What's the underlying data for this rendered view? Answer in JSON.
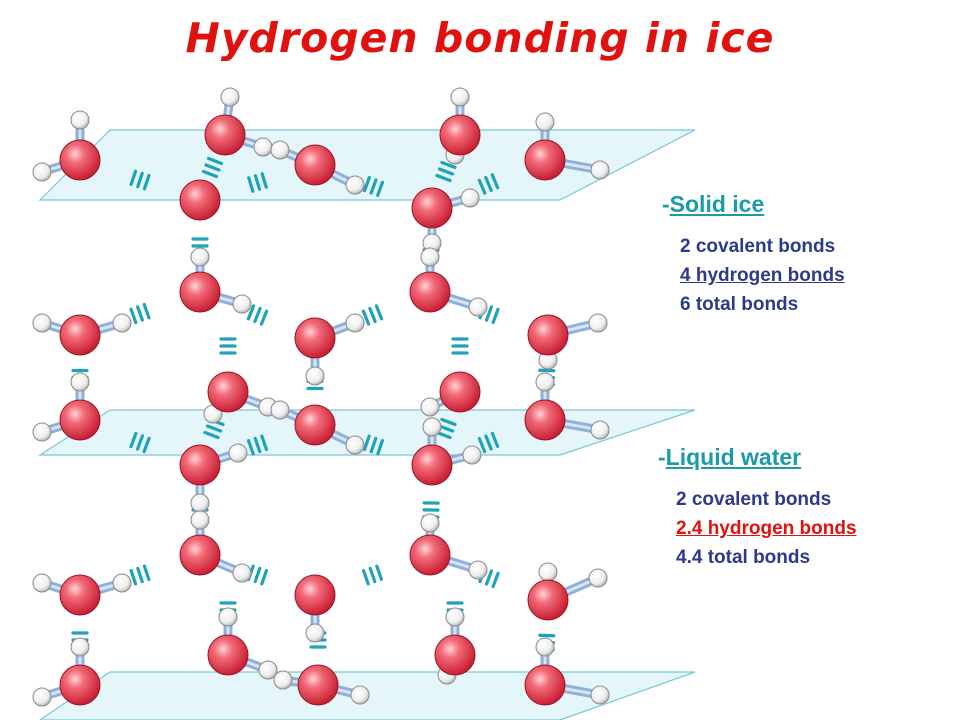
{
  "title": "Hydrogen bonding in ice",
  "colors": {
    "title": "#e0120f",
    "heading": "#1c9aa8",
    "body_text": "#2d3a8c",
    "highlight": "#e0120f",
    "oxygen": "#e8394a",
    "hydrogen": "#f2f2f2",
    "covalent_bond": "#8fb0d8",
    "hydrogen_bond": "#1ea3b8",
    "plane": "#cfeef6"
  },
  "icons": {
    "oxygen_atom": "oxygen-atom-icon",
    "hydrogen_atom": "hydrogen-atom-icon",
    "hydrogen_bond": "hydrogen-bond-icon"
  },
  "solid": {
    "dash": "-",
    "heading": "Solid ice",
    "lines": [
      "2 covalent bonds",
      "4 hydrogen bonds",
      "6  total bonds"
    ]
  },
  "liquid": {
    "dash": "-",
    "heading": "Liquid water",
    "lines": [
      "2 covalent bonds",
      "2.4 hydrogen bonds",
      "4.4  total bonds"
    ]
  }
}
